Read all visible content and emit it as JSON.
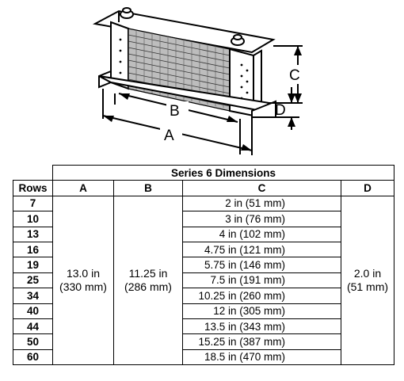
{
  "diagram": {
    "labels": {
      "a": "A",
      "b": "B",
      "c": "C",
      "d": "D"
    }
  },
  "table": {
    "title": "Series 6 Dimensions",
    "headers": {
      "rows": "Rows",
      "a": "A",
      "b": "B",
      "c": "C",
      "d": "D"
    },
    "a_value": {
      "imperial": "13.0 in",
      "metric": "(330 mm)"
    },
    "b_value": {
      "imperial": "11.25 in",
      "metric": "(286 mm)"
    },
    "d_value": {
      "imperial": "2.0 in",
      "metric": "(51 mm)"
    },
    "rows": [
      {
        "rows": "7",
        "c": "2 in  (51 mm)"
      },
      {
        "rows": "10",
        "c": "3 in  (76 mm)"
      },
      {
        "rows": "13",
        "c": "4 in  (102 mm)"
      },
      {
        "rows": "16",
        "c": "4.75 in  (121 mm)"
      },
      {
        "rows": "19",
        "c": "5.75 in  (146 mm)"
      },
      {
        "rows": "25",
        "c": "7.5 in  (191 mm)"
      },
      {
        "rows": "34",
        "c": "10.25 in  (260 mm)"
      },
      {
        "rows": "40",
        "c": "12 in  (305 mm)"
      },
      {
        "rows": "44",
        "c": "13.5 in  (343 mm)"
      },
      {
        "rows": "50",
        "c": "15.25 in  (387 mm)"
      },
      {
        "rows": "60",
        "c": "18.5 in  (470 mm)"
      }
    ]
  }
}
